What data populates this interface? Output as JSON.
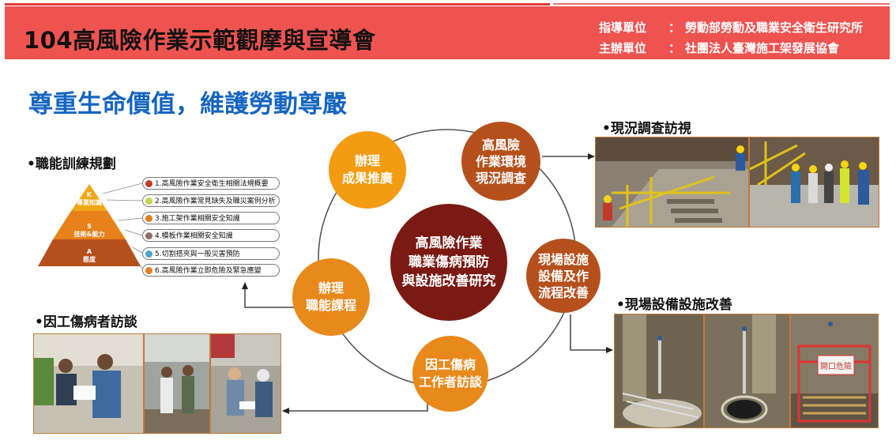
{
  "header": {
    "title": "104高風險作業示範觀摩與宣導會",
    "org_lines": [
      {
        "label": "指導單位",
        "value": "勞動部勞動及職業安全衛生研究所"
      },
      {
        "label": "主辦單位",
        "value": "社團法人臺灣施工架發展協會"
      }
    ]
  },
  "subtitle": "尊重生命價值，維護勞動尊嚴",
  "section_labels": {
    "training": "•職能訓練規劃",
    "survey": "•現況調查訪視",
    "improvement": "•現場設備設施改善",
    "interview": "•因工傷病者訪談"
  },
  "center": {
    "lines": [
      "高風險作業",
      "職業傷病預防",
      "與設施改善研究"
    ]
  },
  "cycle_nodes": [
    {
      "id": "promotion",
      "lines": [
        "辦理",
        "成果推廣"
      ]
    },
    {
      "id": "survey",
      "lines": [
        "高風險",
        "作業環境",
        "現況調查"
      ]
    },
    {
      "id": "improvement",
      "lines": [
        "現場設施",
        "設備及作",
        "流程改善"
      ]
    },
    {
      "id": "interview",
      "lines": [
        "因工傷病",
        "工作者訪談"
      ]
    },
    {
      "id": "courses",
      "lines": [
        "辦理",
        "職能課程"
      ]
    }
  ],
  "pyramid": {
    "levels": [
      {
        "code": "K",
        "name": "專業知識"
      },
      {
        "code": "S",
        "name": "技術&能力"
      },
      {
        "code": "A",
        "name": "態度"
      }
    ],
    "items": [
      "1.高風險作業安全衛生相關法規概要",
      "2.高風險作業常見缺失及職災案例分析",
      "3.施工架作業相關安全知識",
      "4.模板作業相關安全知識",
      "5.切割搭夾與一般災害預防",
      "6.高風險作業立即危險及緊急應變"
    ]
  },
  "colors": {
    "header_bg": "#ef5350",
    "subtitle": "#1565c0",
    "orange": "#f39c12",
    "dark_orange": "#e8891c",
    "brown": "#b5501c",
    "center_red": "#7b1a12",
    "item_dots": [
      "#c0392b",
      "#c6d445",
      "#e67e22",
      "#8d6e63",
      "#4fa3c7",
      "#e67e22"
    ]
  },
  "photos": {
    "sign_text": "開口危險"
  }
}
